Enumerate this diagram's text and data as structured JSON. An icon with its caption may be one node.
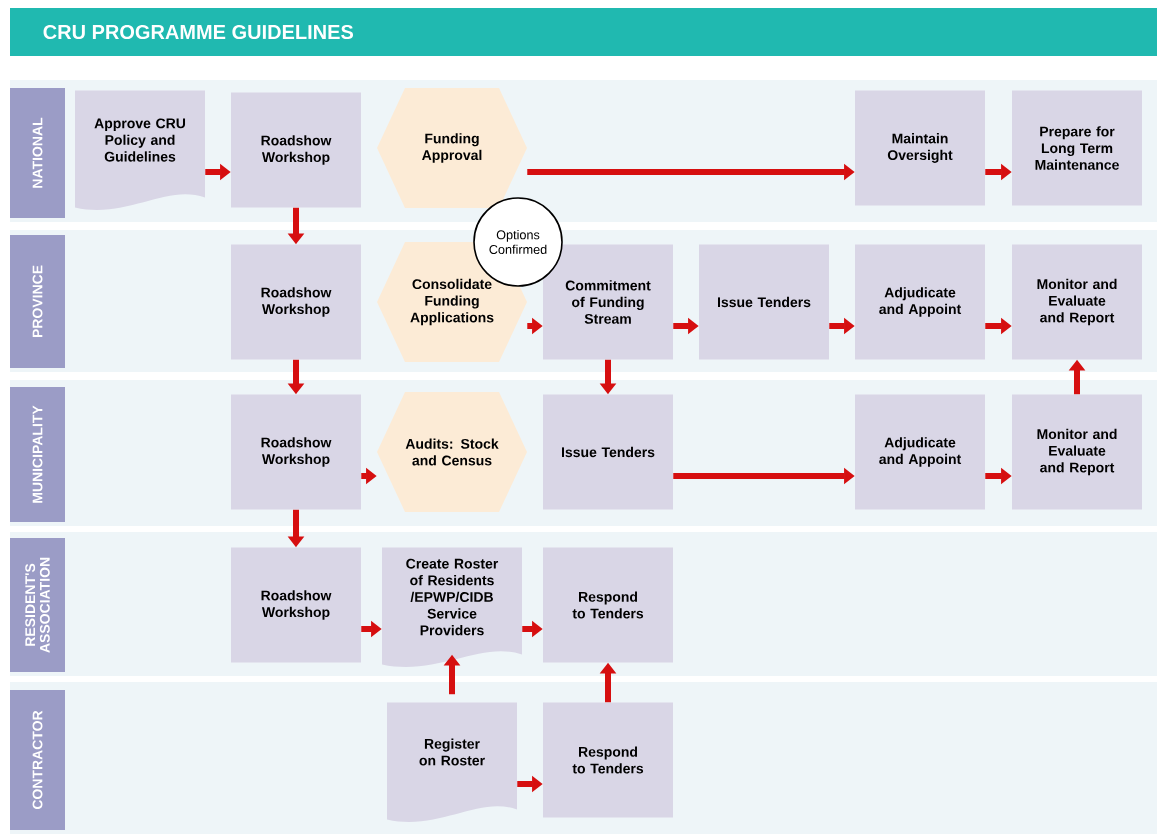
{
  "diagram": {
    "title": "CRU PROGRAMME GUIDELINES",
    "nodes": [
      {
        "text": [
          "NATIONAL"
        ]
      },
      {
        "text": [
          "Approve CRU Policy and Guidelines"
        ]
      },
      {
        "text": [
          "Roadshow Workshop"
        ]
      },
      {
        "text": [
          "Funding Approval"
        ]
      },
      {
        "text": [
          "Maintain Oversight"
        ]
      },
      {
        "text": [
          "Prepare for Long Term Maintenance"
        ]
      },
      {
        "text": [
          "PROVINCE"
        ]
      },
      {
        "text": [
          "Roadshow Workshop"
        ]
      },
      {
        "text": [
          "Options Confirmed"
        ]
      },
      {
        "text": [
          "Consolidate Funding Applications"
        ]
      },
      {
        "text": [
          "Commitment of Funding Stream"
        ]
      },
      {
        "text": [
          "Issue Tenders"
        ]
      },
      {
        "text": [
          "Adjudicate and Appoint"
        ]
      },
      {
        "text": [
          "Monitor and Evaluate and Report"
        ]
      },
      {
        "text": [
          "MUNICIPALITY"
        ]
      },
      {
        "text": [
          "Roadshow Workshop"
        ]
      },
      {
        "text": [
          "Audits: Stock and Census"
        ]
      },
      {
        "text": [
          "Issue Tenders"
        ]
      },
      {
        "text": [
          "Adjudicate and Appoint"
        ]
      },
      {
        "text": [
          "Monitor and Evaluate and Report"
        ]
      },
      {
        "text": [
          "RESIDENT'S ASSOCIATION"
        ]
      },
      {
        "text": [
          "Roadshow Workshop"
        ]
      },
      {
        "text": [
          "Create Roster of Residents /EPWP/CIDB Service Providers"
        ]
      },
      {
        "text": [
          "Respond to Tenders"
        ]
      },
      {
        "text": [
          "CONTRACTOR"
        ]
      },
      {
        "text": [
          "Register on Roster"
        ]
      },
      {
        "text": [
          "Respond to Tenders"
        ]
      }
    ],
    "edges": [
      {
        "from": 1,
        "to": 2,
        "arrow": "to"
      },
      {
        "from": 2,
        "to": 7,
        "arrow": "to"
      },
      {
        "from": 3,
        "to": 4,
        "arrow": "to"
      },
      {
        "from": 4,
        "to": 5,
        "arrow": "to"
      },
      {
        "from": 7,
        "to": 15,
        "arrow": "to"
      },
      {
        "from": 9,
        "to": 10,
        "arrow": "to"
      },
      {
        "from": 10,
        "to": 11,
        "arrow": "to"
      },
      {
        "from": 11,
        "to": 12,
        "arrow": "to"
      },
      {
        "from": 12,
        "to": 13,
        "arrow": "to"
      },
      {
        "from": 10,
        "to": 17,
        "arrow": "to"
      },
      {
        "from": 15,
        "to": 16,
        "arrow": "to"
      },
      {
        "from": 17,
        "to": 18,
        "arrow": "to"
      },
      {
        "from": 18,
        "to": 19,
        "arrow": "to"
      },
      {
        "from": 19,
        "to": 13,
        "arrow": "to"
      },
      {
        "from": 15,
        "to": 21,
        "arrow": "to"
      },
      {
        "from": 21,
        "to": 22,
        "arrow": "to"
      },
      {
        "from": 22,
        "to": 23,
        "arrow": "to"
      },
      {
        "from": 25,
        "to": 22,
        "arrow": "to"
      },
      {
        "from": 26,
        "to": 23,
        "arrow": "to"
      },
      {
        "from": 25,
        "to": 26,
        "arrow": "to"
      }
    ]
  }
}
